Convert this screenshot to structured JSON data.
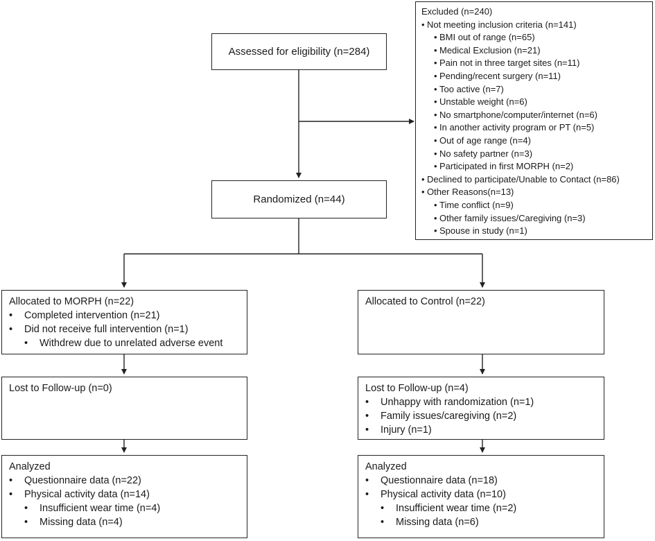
{
  "assessed": "Assessed for eligibility (n=284)",
  "randomized": "Randomized (n=44)",
  "excluded": {
    "title": "Excluded  (n=240)",
    "items": [
      {
        "text": "Not meeting inclusion criteria (n=141)",
        "level": 0
      },
      {
        "text": "BMI out of range (n=65)",
        "level": 1
      },
      {
        "text": "Medical Exclusion (n=21)",
        "level": 1
      },
      {
        "text": "Pain not in three target sites (n=11)",
        "level": 1
      },
      {
        "text": "Pending/recent surgery (n=11)",
        "level": 1
      },
      {
        "text": "Too active (n=7)",
        "level": 1
      },
      {
        "text": "Unstable weight (n=6)",
        "level": 1
      },
      {
        "text": "No smartphone/computer/internet (n=6)",
        "level": 1
      },
      {
        "text": "In another activity program or PT (n=5)",
        "level": 1
      },
      {
        "text": "Out of age range (n=4)",
        "level": 1
      },
      {
        "text": "No safety partner (n=3)",
        "level": 1
      },
      {
        "text": "Participated in first MORPH (n=2)",
        "level": 1
      },
      {
        "text": "Declined to participate/Unable to Contact (n=86)",
        "level": 0
      },
      {
        "text": "Other Reasons(n=13)",
        "level": 0
      },
      {
        "text": "Time conflict (n=9)",
        "level": 1
      },
      {
        "text": "Other family issues/Caregiving (n=3)",
        "level": 1
      },
      {
        "text": "Spouse in study (n=1)",
        "level": 1
      }
    ]
  },
  "morph": {
    "allocated": {
      "title": "Allocated to MORPH (n=22)",
      "items": [
        "Completed intervention (n=21)",
        "Did not receive full intervention (n=1)"
      ],
      "subitems": [
        "Withdrew due to unrelated adverse event"
      ]
    },
    "lost": {
      "title": "Lost to Follow-up (n=0)"
    },
    "analyzed": {
      "title": "Analyzed",
      "items": [
        "Questionnaire data (n=22)",
        "Physical activity data (n=14)"
      ],
      "subitems": [
        "Insufficient wear time (n=4)",
        "Missing data (n=4)"
      ]
    }
  },
  "control": {
    "allocated": {
      "title": "Allocated to Control (n=22)"
    },
    "lost": {
      "title": "Lost to Follow-up (n=4)",
      "items": [
        "Unhappy with randomization (n=1)",
        "Family issues/caregiving (n=2)",
        "Injury (n=1)"
      ]
    },
    "analyzed": {
      "title": "Analyzed",
      "items": [
        "Questionnaire data (n=18)",
        "Physical activity data (n=10)"
      ],
      "subitems": [
        "Insufficient wear time (n=2)",
        "Missing data (n=6)"
      ]
    }
  }
}
